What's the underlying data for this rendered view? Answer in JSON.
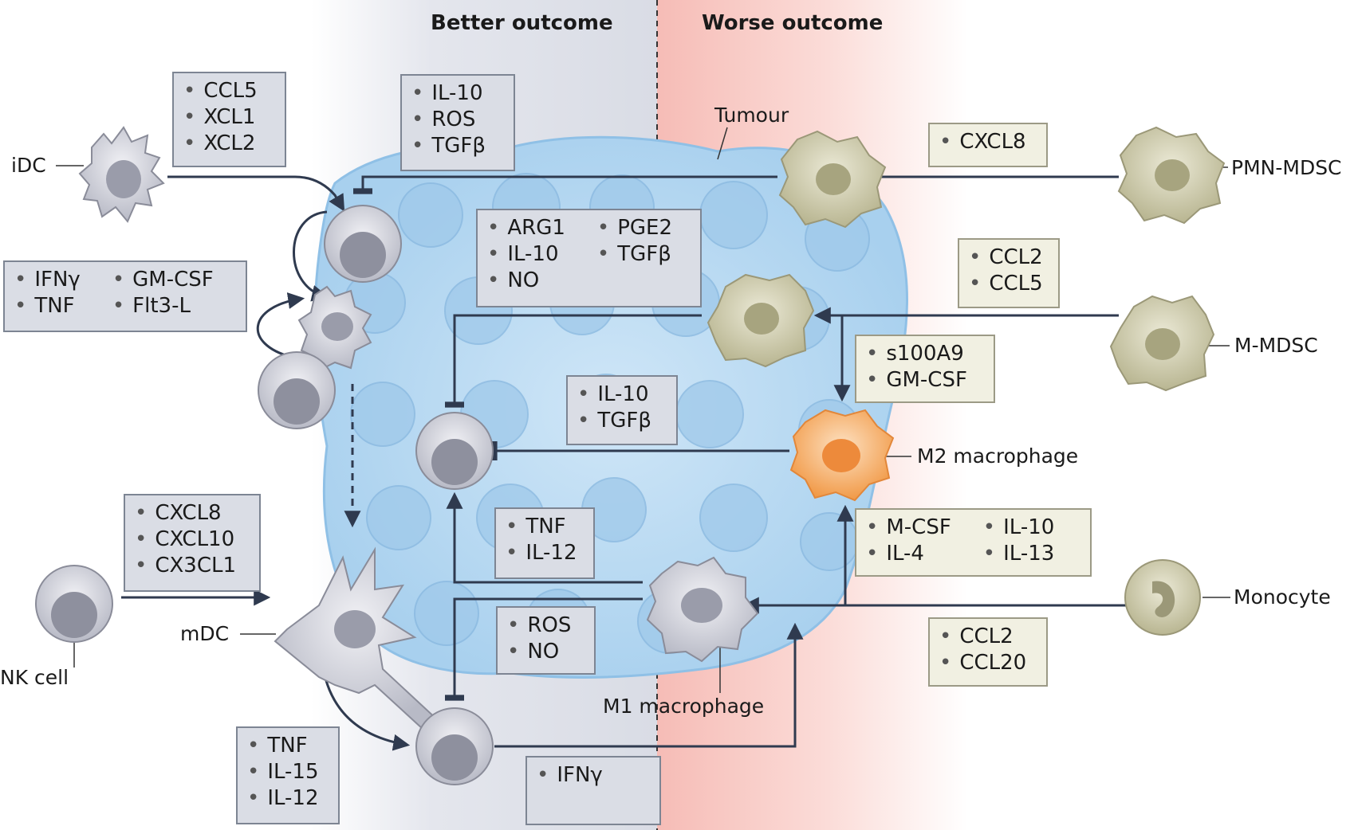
{
  "headers": {
    "better": "Better outcome",
    "worse": "Worse outcome"
  },
  "cells": {
    "idc": "iDC",
    "mdc": "mDC",
    "nk": "NK cell",
    "tumour": "Tumour",
    "pmn_mdsc": "PMN-MDSC",
    "m_mdsc": "M-MDSC",
    "m2": "M2 macrophage",
    "m1": "M1 macrophage",
    "monocyte": "Monocyte"
  },
  "boxes": {
    "idc_factors": [
      "CCL5",
      "XCL1",
      "XCL2"
    ],
    "dc_growth_col1": [
      "IFNγ",
      "TNF"
    ],
    "dc_growth_col2": [
      "GM-CSF",
      "Flt3-L"
    ],
    "nk_chemokines": [
      "CXCL8",
      "CXCL10",
      "CX3CL1"
    ],
    "mdc_nk_factors": [
      "TNF",
      "IL-15",
      "IL-12"
    ],
    "pmn_suppress": [
      "IL-10",
      "ROS",
      "TGFβ"
    ],
    "m_mdsc_suppress_col1": [
      "ARG1",
      "IL-10",
      "NO"
    ],
    "m_mdsc_suppress_col2": [
      "PGE2",
      "TGFβ"
    ],
    "m2_suppress": [
      "IL-10",
      "TGFβ"
    ],
    "m1_activate": [
      "TNF",
      "IL-12"
    ],
    "m1_suppress": [
      "ROS",
      "NO"
    ],
    "nk_ifn": [
      "IFNγ"
    ],
    "pmn_recruit": [
      "CXCL8"
    ],
    "m_mdsc_recruit": [
      "CCL2",
      "CCL5"
    ],
    "m2_polarize": [
      "s100A9",
      "GM-CSF"
    ],
    "mono_to_m2_col1": [
      "M-CSF",
      "IL-4"
    ],
    "mono_to_m2_col2": [
      "IL-10",
      "IL-13"
    ],
    "mono_recruit": [
      "CCL2",
      "CCL20"
    ]
  },
  "colors": {
    "better_bg": "#dfe2ea",
    "worse_bg": "#f7c3bf",
    "tumour": "#bcdcf2",
    "arrow": "#2f3a4f",
    "m2": "#f5a35a",
    "mdsc": "#c9c6a6"
  }
}
